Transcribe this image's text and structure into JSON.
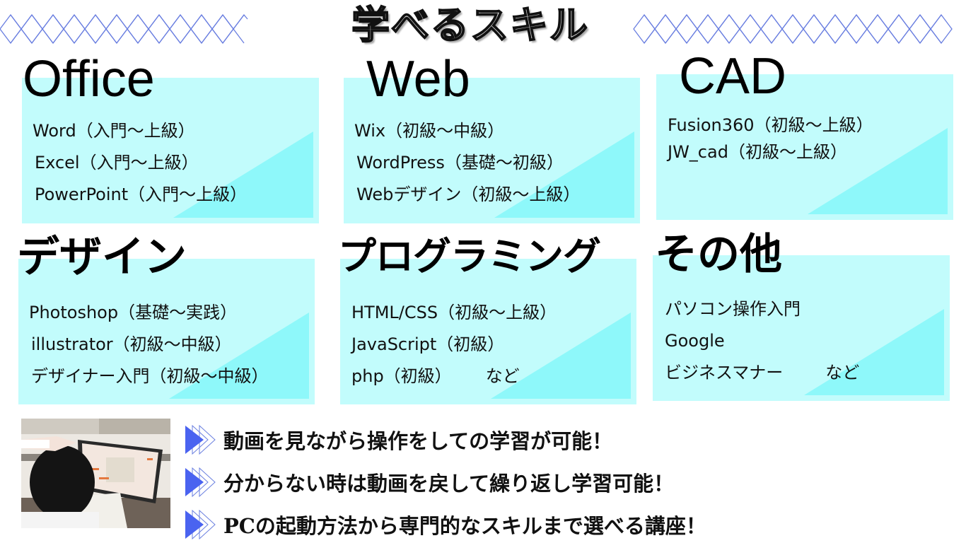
{
  "header": {
    "title": "学べるスキル",
    "decoration": "diamond-chain-pattern",
    "decoration_color": "#5b6fd6"
  },
  "colors": {
    "card_bg": "#c2fcfc",
    "card_triangle": "#8ef8fa",
    "bullet_arrow": "#4a63f0",
    "text": "#111111"
  },
  "cards": [
    {
      "heading": "Office",
      "items": [
        "Word（入門～上級）",
        "Excel（入門～上級）",
        "PowerPoint（入門～上級）"
      ],
      "suffix": ""
    },
    {
      "heading": "Web",
      "items": [
        "Wix（初級～中級）",
        "WordPress（基礎～初級）",
        "Webデザイン（初級～上級）"
      ],
      "suffix": ""
    },
    {
      "heading": "CAD",
      "items": [
        "Fusion360（初級～上級）",
        "JW_cad（初級～上級）"
      ],
      "suffix": ""
    },
    {
      "heading": "デザイン",
      "items": [
        "Photoshop（基礎～実践）",
        "illustrator（初級～中級）",
        "デザイナー入門（初級～中級）"
      ],
      "suffix": ""
    },
    {
      "heading": "プログラミング",
      "items": [
        "HTML/CSS（初級～上級）",
        "JavaScript（初級）",
        "php（初級）"
      ],
      "suffix": "など"
    },
    {
      "heading": "その他",
      "items": [
        "パソコン操作入門",
        "Google",
        "ビジネスマナー"
      ],
      "suffix": "など"
    }
  ],
  "photo": {
    "description": "student-watching-monitor-with-instructor-pointing"
  },
  "features": [
    {
      "icon": "double-play-arrow-icon",
      "text": "動画を見ながら操作をしての学習が可能！"
    },
    {
      "icon": "double-play-arrow-icon",
      "text": "分からない時は動画を戻して繰り返し学習可能！"
    },
    {
      "icon": "double-play-arrow-icon",
      "text": "PCの起動方法から専門的なスキルまで選べる講座！"
    }
  ]
}
